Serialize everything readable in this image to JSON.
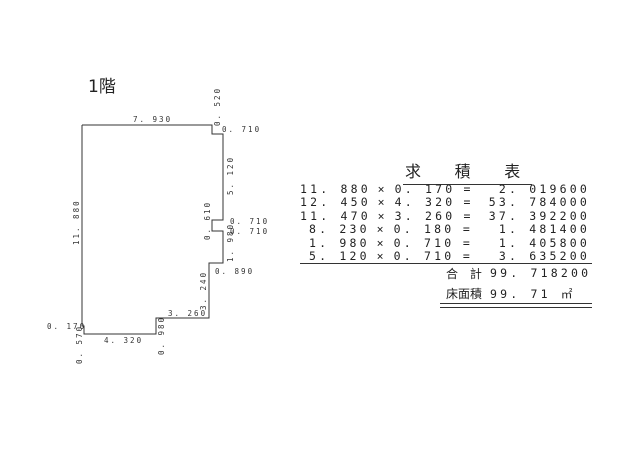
{
  "floor_title": "1階",
  "dimensions": {
    "top": "7. 930",
    "top_right_v": "0. 520",
    "top_right_h": "0. 710",
    "right_upper": "5. 120",
    "notch_upper": "0. 710",
    "notch_v": "0. 610",
    "notch_lower": "0. 710",
    "right_mid": "1. 980",
    "step_h": "0. 890",
    "right_lower": "3. 240",
    "bottom_right": "3. 260",
    "step_v": "0. 980",
    "bottom_left": "4. 320",
    "left": "11. 880",
    "left_step_h": "0. 170",
    "left_step_v": "0. 570"
  },
  "area_table": {
    "title": "求 積 表",
    "rows": [
      {
        "a": "11. 880",
        "op": "×",
        "b": "0. 170",
        "eq": "=",
        "result": "2. 019600"
      },
      {
        "a": "12. 450",
        "op": "×",
        "b": "4. 320",
        "eq": "=",
        "result": "53. 784000"
      },
      {
        "a": "11. 470",
        "op": "×",
        "b": "3. 260",
        "eq": "=",
        "result": "37. 392200"
      },
      {
        "a": "8. 230",
        "op": "×",
        "b": "0. 180",
        "eq": "=",
        "result": "1. 481400"
      },
      {
        "a": "1. 980",
        "op": "×",
        "b": "0. 710",
        "eq": "=",
        "result": "1. 405800"
      },
      {
        "a": "5. 120",
        "op": "×",
        "b": "0. 710",
        "eq": "=",
        "result": "3. 635200"
      }
    ],
    "total_label": "合 計",
    "total_value": "99. 718200",
    "floor_area_label": "床面積",
    "floor_area_value": "99. 71 ㎡"
  }
}
